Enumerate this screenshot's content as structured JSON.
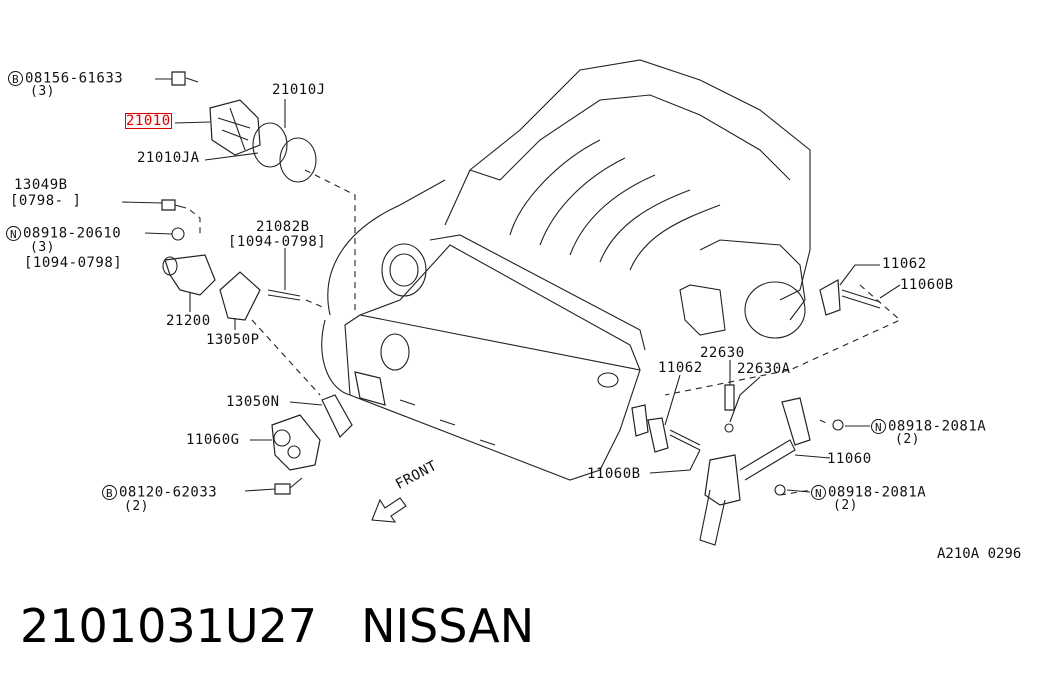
{
  "labels": {
    "b_08156": "08156-61633",
    "b_08156_qty": "(3)",
    "p_21010": "21010",
    "p_21010J": "21010J",
    "p_21010JA": "21010JA",
    "p_13049B": "13049B",
    "p_13049B_range": "[0798-      ]",
    "n_08918_20610": "08918-20610",
    "n_08918_20610_qty": "(3)",
    "n_08918_20610_range": "[1094-0798]",
    "p_21082B": "21082B",
    "p_21082B_range": "[1094-0798]",
    "p_21200": "21200",
    "p_13050P": "13050P",
    "p_13050N": "13050N",
    "p_11060G": "11060G",
    "b_08120": "08120-62033",
    "b_08120_qty": "(2)",
    "front": "FRONT",
    "p_11062_a": "11062",
    "p_11060B_a": "11060B",
    "p_22630": "22630",
    "p_22630A": "22630A",
    "p_11062_b": "11062",
    "p_11060B_b": "11060B",
    "n_08918_2081A_a": "08918-2081A",
    "n_08918_2081A_a_qty": "(2)",
    "p_11060": "11060",
    "n_08918_2081A_b": "08918-2081A",
    "n_08918_2081A_b_qty": "(2)",
    "prefix_b": "B",
    "prefix_n": "N"
  },
  "diagram_ref": "A210A 0296",
  "caption": {
    "part_number": "2101031U27",
    "brand": "NISSAN"
  },
  "highlight_color": "#dd0000"
}
